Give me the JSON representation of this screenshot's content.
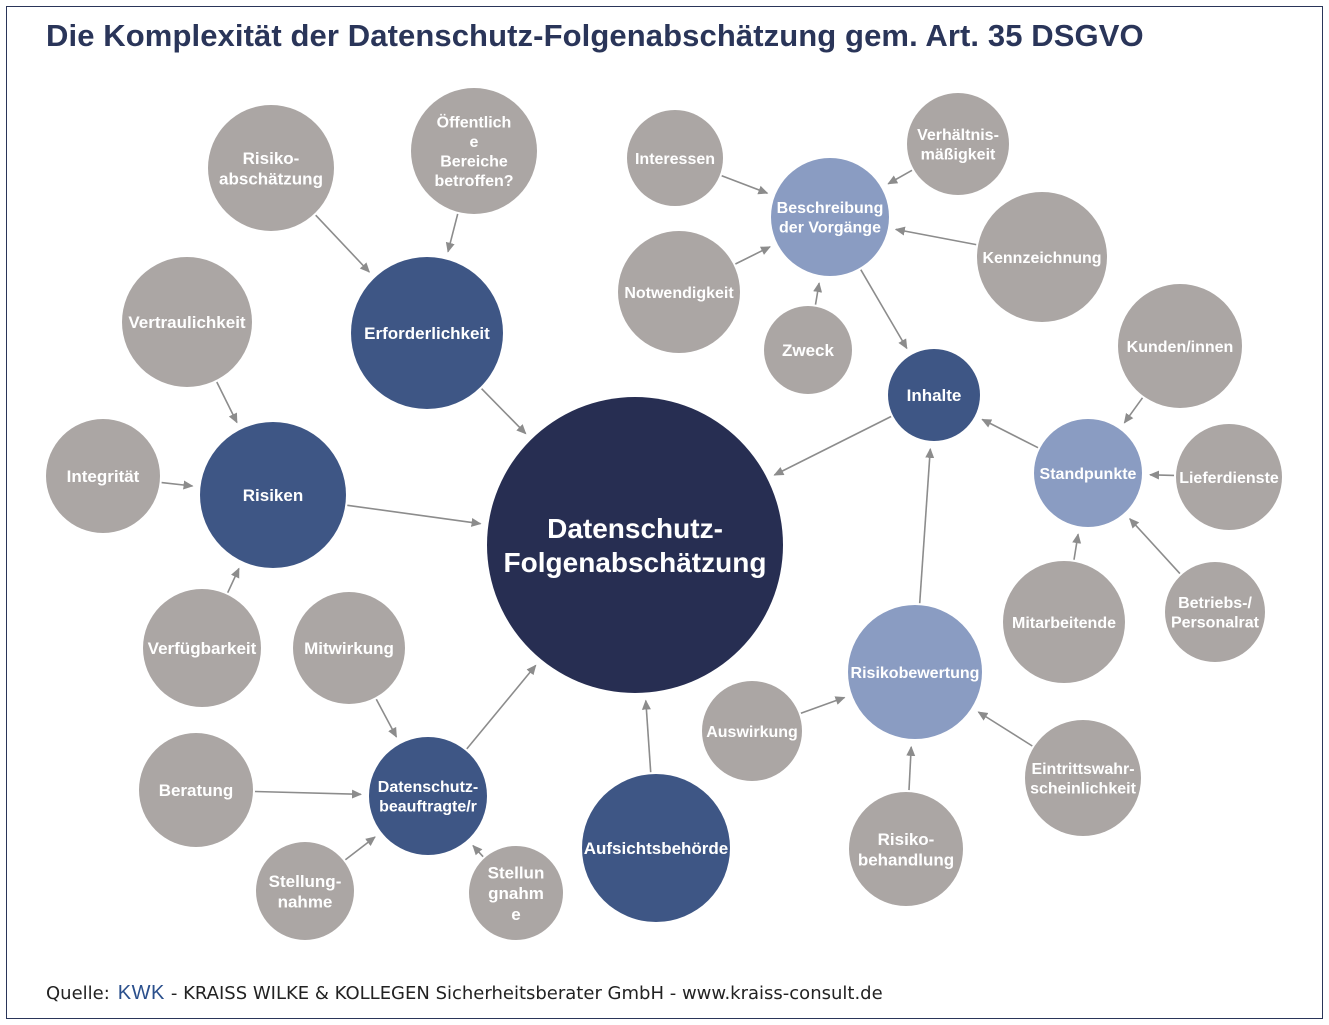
{
  "title": "Die Komplexität der Datenschutz-Folgenabschätzung gem. Art. 35 DSGVO",
  "colors": {
    "center": "#272e52",
    "dark": "#3e5685",
    "light": "#8a9cc2",
    "gray": "#aba6a4",
    "arrow": "#8c8c8c",
    "title": "#2a3559"
  },
  "nodes": [
    {
      "id": "center",
      "lines": [
        "Datenschutz-",
        "Folgenabschätzung"
      ],
      "tone": "center"
    },
    {
      "id": "erforderlichkeit",
      "lines": [
        "Erforderlichkeit"
      ],
      "tone": "dark"
    },
    {
      "id": "risiken",
      "lines": [
        "Risiken"
      ],
      "tone": "dark"
    },
    {
      "id": "dsb",
      "lines": [
        "Datenschutz-",
        "beauftragte/r"
      ],
      "tone": "dark"
    },
    {
      "id": "aufsicht",
      "lines": [
        "Aufsichtsbehörde"
      ],
      "tone": "dark"
    },
    {
      "id": "inhalte",
      "lines": [
        "Inhalte"
      ],
      "tone": "dark"
    },
    {
      "id": "beschreibung",
      "lines": [
        "Beschreibung",
        "der Vorgänge"
      ],
      "tone": "light"
    },
    {
      "id": "standpunkte",
      "lines": [
        "Standpunkte"
      ],
      "tone": "light"
    },
    {
      "id": "risikobewertung",
      "lines": [
        "Risikobewertung"
      ],
      "tone": "light"
    },
    {
      "id": "risikoabschaetzung",
      "lines": [
        "Risiko-",
        "abschätzung"
      ],
      "tone": "gray"
    },
    {
      "id": "oeffentlich",
      "lines": [
        "Öffentlich",
        "e",
        "Bereiche",
        "betroffen?"
      ],
      "tone": "gray"
    },
    {
      "id": "vertraulichkeit",
      "lines": [
        "Vertraulichkeit"
      ],
      "tone": "gray"
    },
    {
      "id": "integritaet",
      "lines": [
        "Integrität"
      ],
      "tone": "gray"
    },
    {
      "id": "verfuegbarkeit",
      "lines": [
        "Verfügbarkeit"
      ],
      "tone": "gray"
    },
    {
      "id": "mitwirkung",
      "lines": [
        "Mitwirkung"
      ],
      "tone": "gray"
    },
    {
      "id": "beratung",
      "lines": [
        "Beratung"
      ],
      "tone": "gray"
    },
    {
      "id": "stellungnahme1",
      "lines": [
        "Stellung-",
        "nahme"
      ],
      "tone": "gray"
    },
    {
      "id": "stellungnahme2",
      "lines": [
        "Stellun",
        "gnahm",
        "e"
      ],
      "tone": "gray"
    },
    {
      "id": "interessen",
      "lines": [
        "Interessen"
      ],
      "tone": "gray"
    },
    {
      "id": "verhaeltnis",
      "lines": [
        "Verhältnis-",
        "mäßigkeit"
      ],
      "tone": "gray"
    },
    {
      "id": "kennzeichnung",
      "lines": [
        "Kennzeichnung"
      ],
      "tone": "gray"
    },
    {
      "id": "notwendigkeit",
      "lines": [
        "Notwendigkeit"
      ],
      "tone": "gray"
    },
    {
      "id": "zweck",
      "lines": [
        "Zweck"
      ],
      "tone": "gray"
    },
    {
      "id": "kunden",
      "lines": [
        "Kunden/innen"
      ],
      "tone": "gray"
    },
    {
      "id": "lieferdienste",
      "lines": [
        "Lieferdienste"
      ],
      "tone": "gray"
    },
    {
      "id": "mitarbeitende",
      "lines": [
        "Mitarbeitende"
      ],
      "tone": "gray"
    },
    {
      "id": "betriebsrat",
      "lines": [
        "Betriebs-/",
        "Personalrat"
      ],
      "tone": "gray"
    },
    {
      "id": "auswirkung",
      "lines": [
        "Auswirkung"
      ],
      "tone": "gray"
    },
    {
      "id": "eintritt",
      "lines": [
        "Eintrittswahr-",
        "scheinlichkeit"
      ],
      "tone": "gray"
    },
    {
      "id": "behandlung",
      "lines": [
        "Risiko-",
        "behandlung"
      ],
      "tone": "gray"
    }
  ],
  "edges": [
    {
      "from": "risikoabschaetzung",
      "to": "erforderlichkeit"
    },
    {
      "from": "oeffentlich",
      "to": "erforderlichkeit"
    },
    {
      "from": "erforderlichkeit",
      "to": "center"
    },
    {
      "from": "vertraulichkeit",
      "to": "risiken"
    },
    {
      "from": "integritaet",
      "to": "risiken"
    },
    {
      "from": "verfuegbarkeit",
      "to": "risiken"
    },
    {
      "from": "risiken",
      "to": "center"
    },
    {
      "from": "mitwirkung",
      "to": "dsb"
    },
    {
      "from": "beratung",
      "to": "dsb"
    },
    {
      "from": "stellungnahme1",
      "to": "dsb"
    },
    {
      "from": "stellungnahme2",
      "to": "dsb"
    },
    {
      "from": "dsb",
      "to": "center"
    },
    {
      "from": "aufsicht",
      "to": "center"
    },
    {
      "from": "inhalte",
      "to": "center"
    },
    {
      "from": "interessen",
      "to": "beschreibung"
    },
    {
      "from": "verhaeltnis",
      "to": "beschreibung"
    },
    {
      "from": "kennzeichnung",
      "to": "beschreibung"
    },
    {
      "from": "notwendigkeit",
      "to": "beschreibung"
    },
    {
      "from": "zweck",
      "to": "beschreibung"
    },
    {
      "from": "beschreibung",
      "to": "inhalte"
    },
    {
      "from": "kunden",
      "to": "standpunkte"
    },
    {
      "from": "lieferdienste",
      "to": "standpunkte"
    },
    {
      "from": "mitarbeitende",
      "to": "standpunkte"
    },
    {
      "from": "betriebsrat",
      "to": "standpunkte"
    },
    {
      "from": "standpunkte",
      "to": "inhalte"
    },
    {
      "from": "auswirkung",
      "to": "risikobewertung"
    },
    {
      "from": "eintritt",
      "to": "risikobewertung"
    },
    {
      "from": "behandlung",
      "to": "risikobewertung"
    },
    {
      "from": "risikobewertung",
      "to": "inhalte"
    }
  ],
  "footer": {
    "prefix": "Quelle:",
    "logo": "KWK",
    "text": "- KRAISS WILKE & KOLLEGEN Sicherheitsberater GmbH - www.kraiss-consult.de"
  }
}
